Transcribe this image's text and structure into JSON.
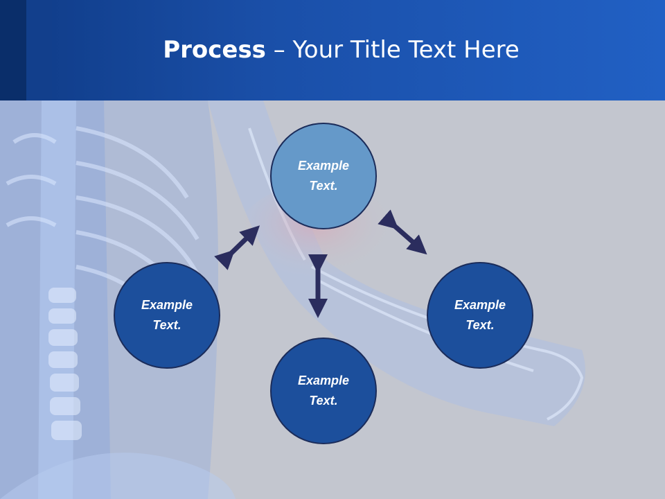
{
  "title": {
    "bold": "Process",
    "rest": " – Your Title Text Here"
  },
  "nodes": {
    "top": "Example Text.",
    "left": "Example Text.",
    "bottom": "Example Text.",
    "right": "Example Text."
  },
  "colors": {
    "header": "#1a4fa8",
    "node_top": "#6599c9",
    "node_dark": "#1c4f9c",
    "arrow": "#2b2d5e",
    "background": "#c3c6cf"
  }
}
